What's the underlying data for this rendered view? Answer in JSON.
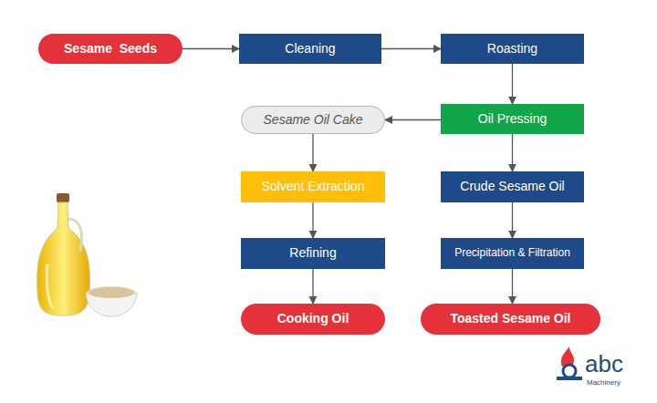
{
  "diagram": {
    "nodes": [
      {
        "text": [
          "Sesame  Seeds"
        ]
      },
      {
        "text": [
          "Cleaning"
        ]
      },
      {
        "text": [
          "Roasting"
        ]
      },
      {
        "text": [
          "Sesame Oil Cake"
        ]
      },
      {
        "text": [
          "Oil Pressing"
        ]
      },
      {
        "text": [
          "Solvent Extraction"
        ]
      },
      {
        "text": [
          "Crude Sesame Oil"
        ]
      },
      {
        "text": [
          "Refining"
        ]
      },
      {
        "text": [
          "Precipitation & Filtration"
        ]
      },
      {
        "text": [
          "Cooking Oil"
        ]
      },
      {
        "text": [
          "Toasted Sesame Oil"
        ]
      }
    ],
    "edges": [
      {
        "from": 0,
        "to": 1,
        "arrow": "to"
      },
      {
        "from": 1,
        "to": 2,
        "arrow": "to"
      },
      {
        "from": 2,
        "to": 4,
        "arrow": "to"
      },
      {
        "from": 4,
        "to": 3,
        "arrow": "to"
      },
      {
        "from": 3,
        "to": 5,
        "arrow": "to"
      },
      {
        "from": 5,
        "to": 7,
        "arrow": "to"
      },
      {
        "from": 7,
        "to": 9,
        "arrow": "to"
      },
      {
        "from": 4,
        "to": 6,
        "arrow": "to"
      },
      {
        "from": 6,
        "to": 8,
        "arrow": "to"
      },
      {
        "from": 8,
        "to": 10,
        "arrow": "to"
      }
    ],
    "labels": [
      "abc",
      "Machinery"
    ]
  }
}
